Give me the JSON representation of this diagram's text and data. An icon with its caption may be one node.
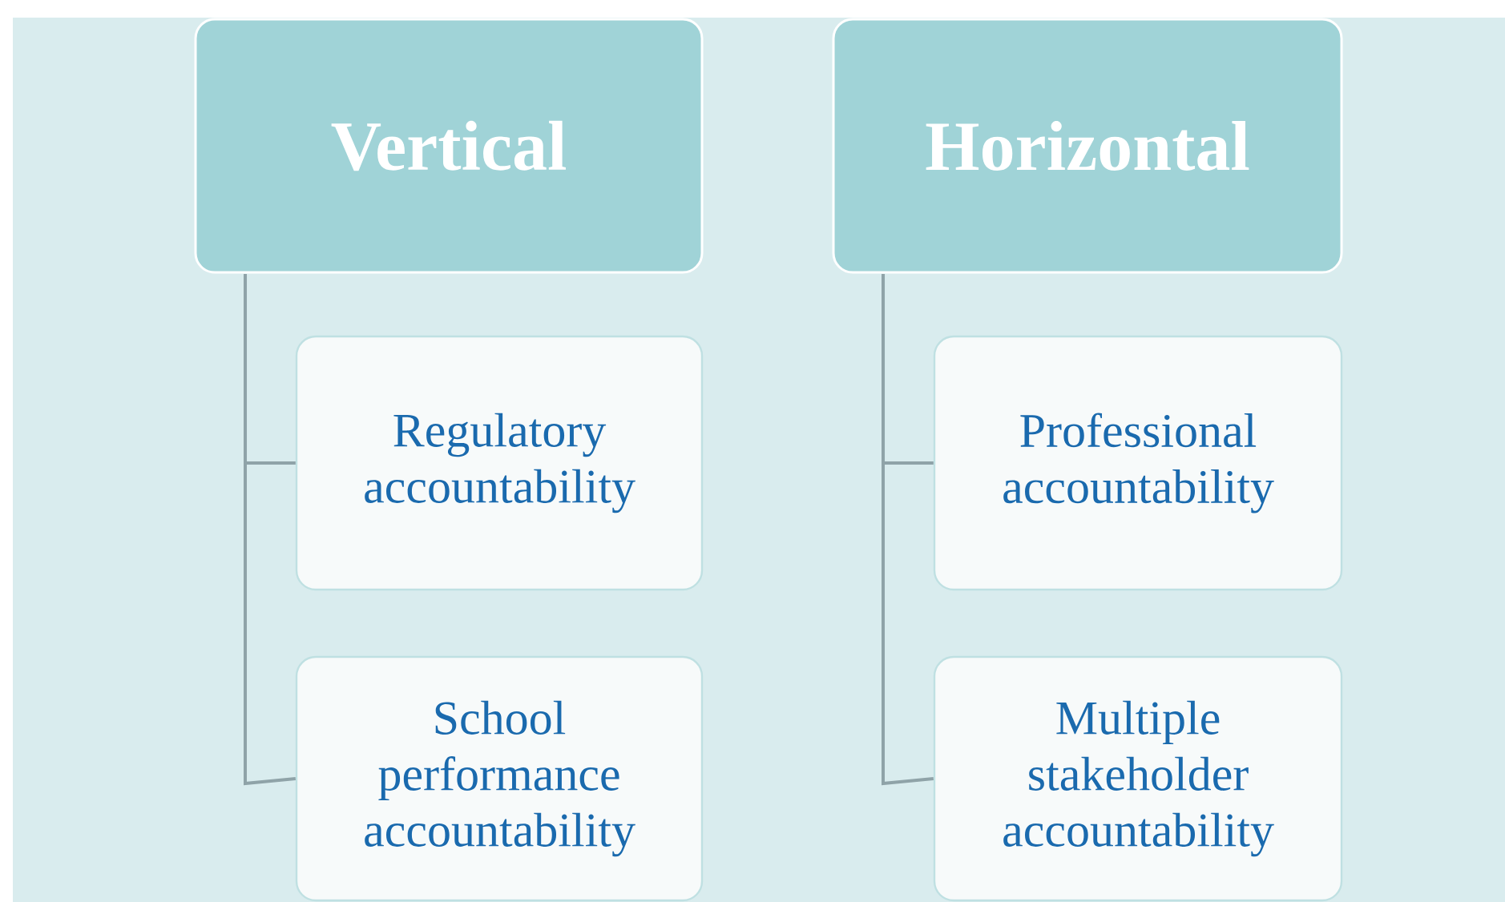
{
  "diagram": {
    "nodes": [
      {
        "text": [
          "Vertical"
        ]
      },
      {
        "text": [
          "Regulatory accountability"
        ]
      },
      {
        "text": [
          "School performance accountability"
        ]
      },
      {
        "text": [
          "Horizontal"
        ]
      },
      {
        "text": [
          "Professional accountability"
        ]
      },
      {
        "text": [
          "Multiple stakeholder accountability"
        ]
      }
    ],
    "edges": [
      {
        "from": 0,
        "to": 1,
        "arrow": "none"
      },
      {
        "from": 0,
        "to": 2,
        "arrow": "none"
      },
      {
        "from": 3,
        "to": 4,
        "arrow": "none"
      },
      {
        "from": 3,
        "to": 5,
        "arrow": "none"
      }
    ]
  }
}
